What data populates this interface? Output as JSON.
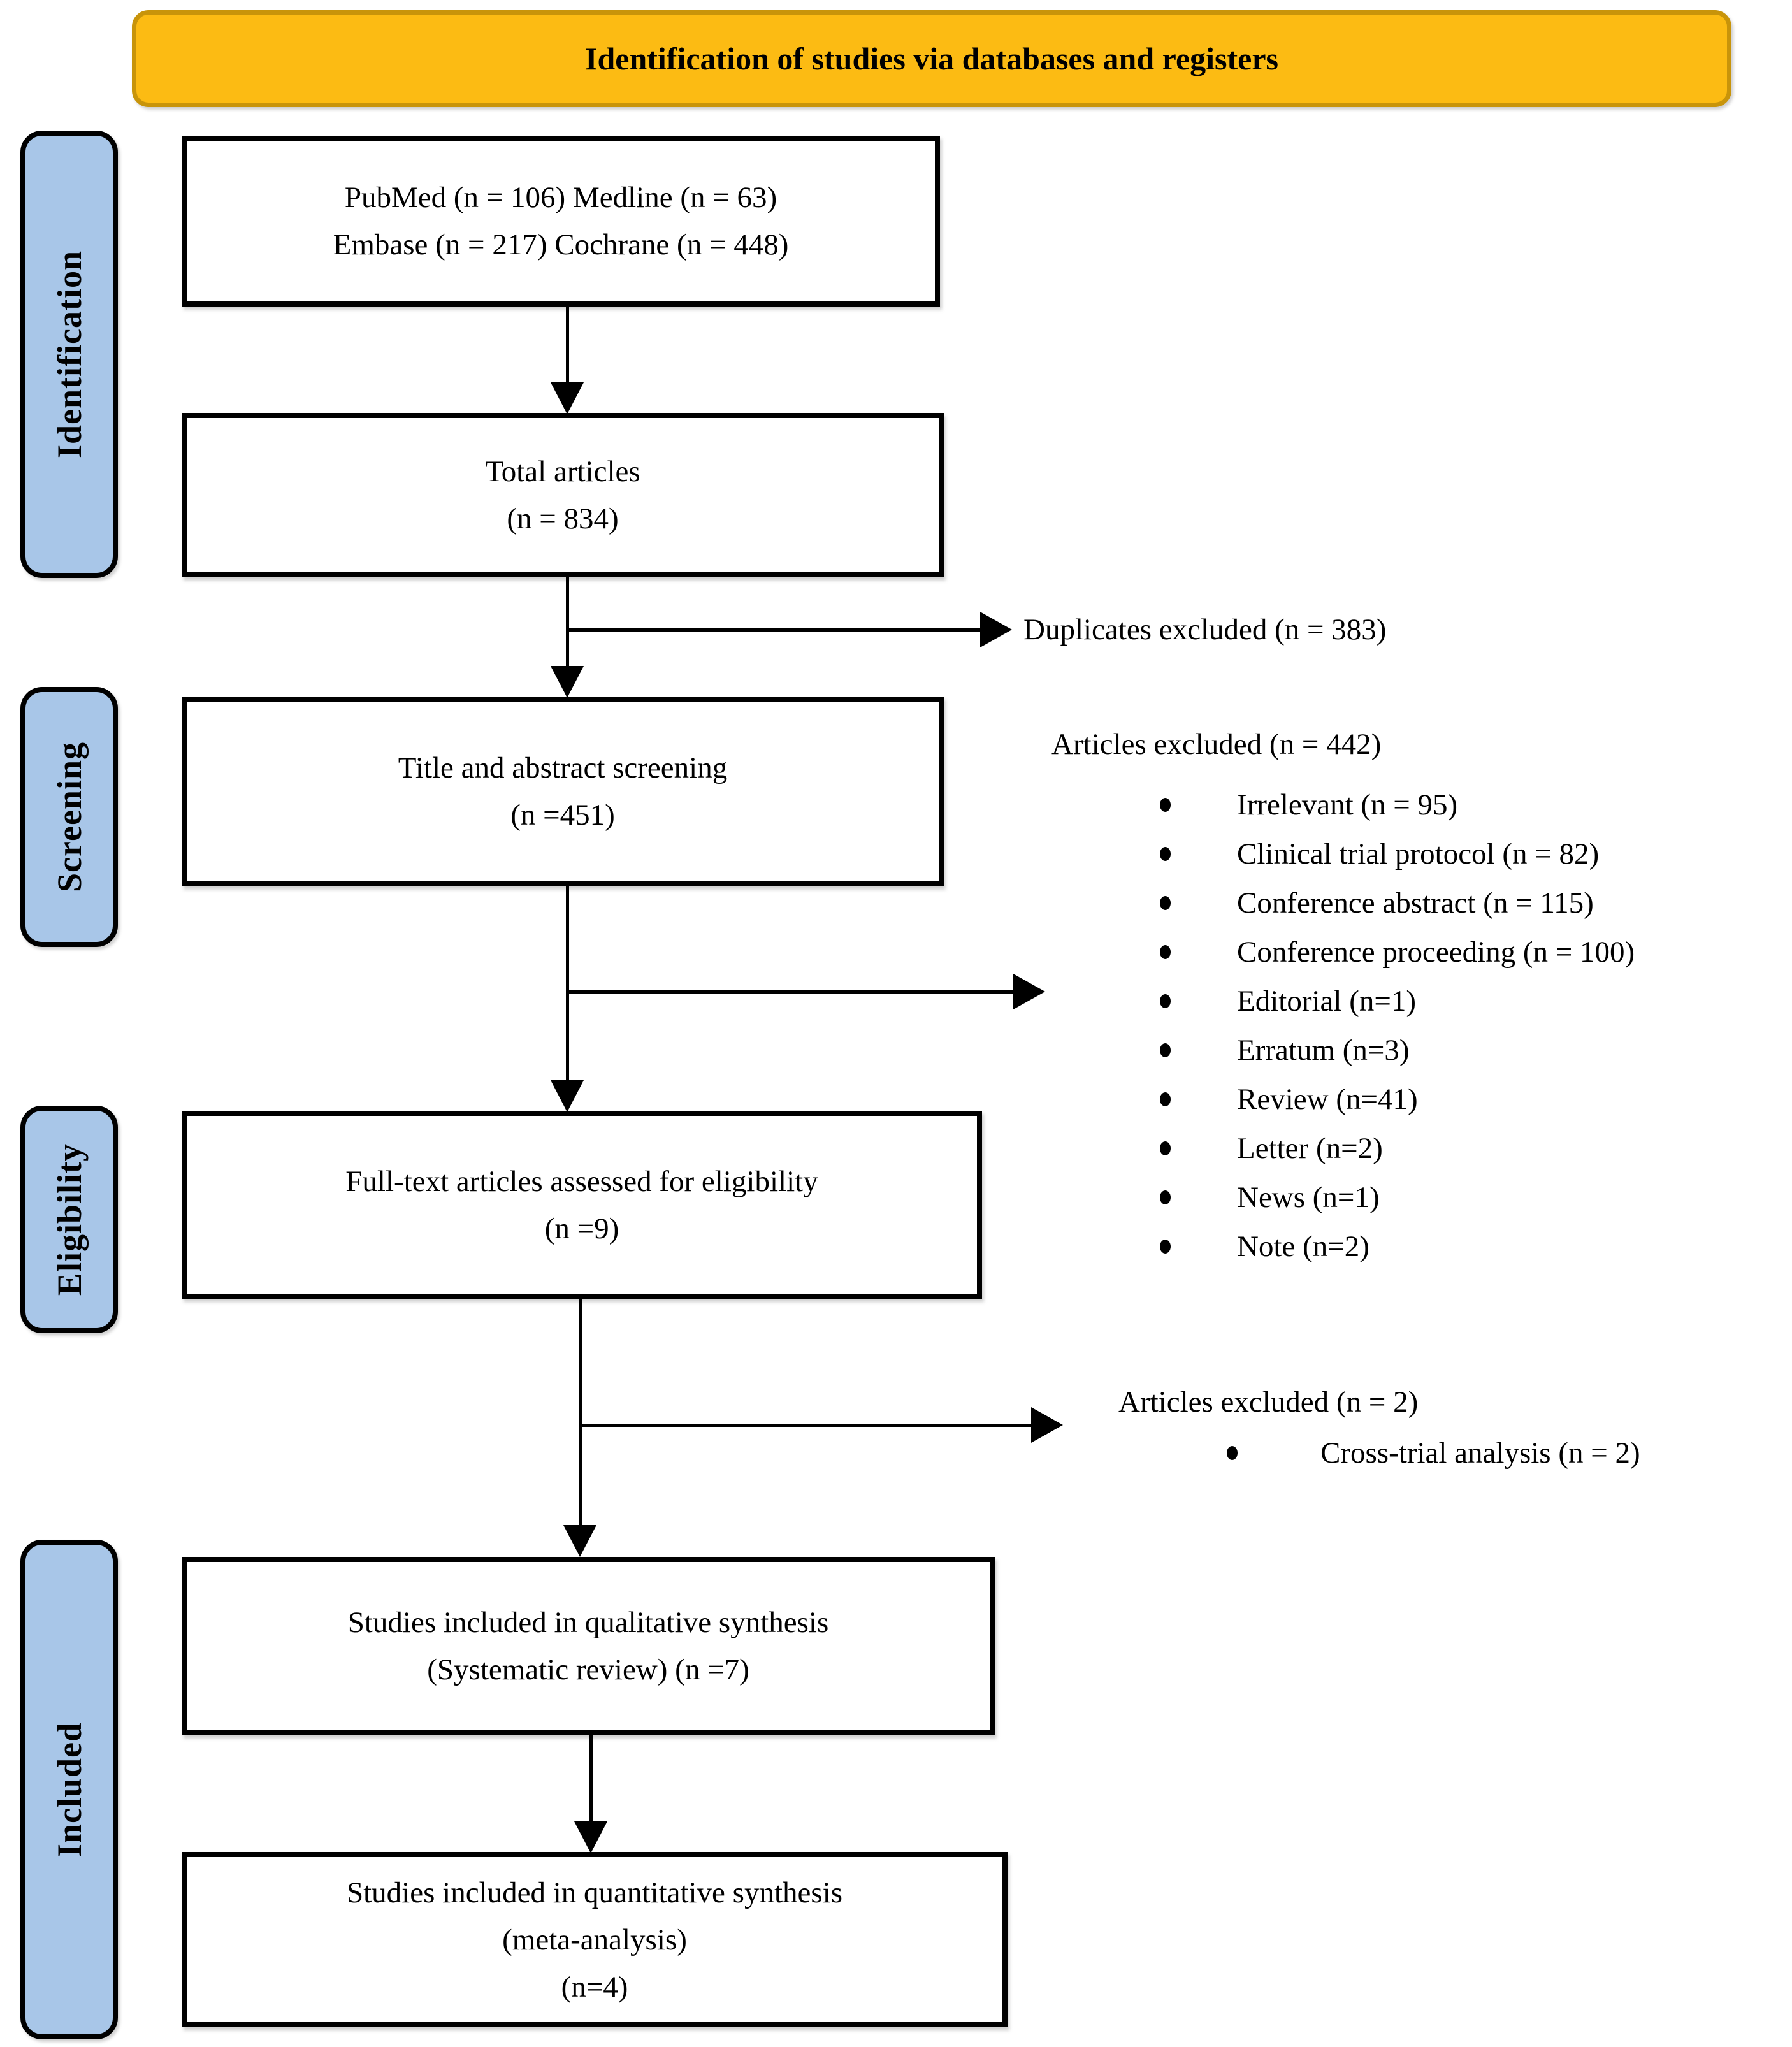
{
  "header": {
    "title": "Identification of studies via databases and registers"
  },
  "stages": {
    "identification": "Identification",
    "screening": "Screening",
    "eligibility": "Eligibility",
    "included": "Included"
  },
  "boxes": {
    "databases": {
      "line1": "PubMed (n = 106) Medline (n = 63)",
      "line2": "Embase (n = 217) Cochrane (n = 448)"
    },
    "total": {
      "line1": "Total articles",
      "line2": "(n = 834)"
    },
    "screening": {
      "line1": "Title and abstract screening",
      "line2": "(n =451)"
    },
    "fulltext": {
      "line1": "Full-text articles assessed for eligibility",
      "line2": "(n =9)"
    },
    "qualitative": {
      "line1": "Studies included in qualitative synthesis",
      "line2": "(Systematic review) (n =7)"
    },
    "quantitative": {
      "line1": "Studies included in quantitative synthesis",
      "line2": "(meta-analysis)",
      "line3": "(n=4)"
    }
  },
  "annotations": {
    "duplicates": "Duplicates excluded (n = 383)",
    "excluded1": {
      "title": "Articles excluded (n = 442)",
      "items": [
        "Irrelevant (n = 95)",
        "Clinical trial protocol (n = 82)",
        "Conference abstract (n = 115)",
        "Conference proceeding (n = 100)",
        "Editorial (n=1)",
        "Erratum (n=3)",
        "Review (n=41)",
        "Letter (n=2)",
        "News (n=1)",
        "Note (n=2)"
      ]
    },
    "excluded2": {
      "title": "Articles excluded (n = 2)",
      "items": [
        "Cross-trial analysis (n = 2)"
      ]
    }
  },
  "colors": {
    "header_fill": "#FCBB13",
    "header_border": "#C8940A",
    "stage_fill": "#A8C6E8",
    "line": "#000000"
  }
}
